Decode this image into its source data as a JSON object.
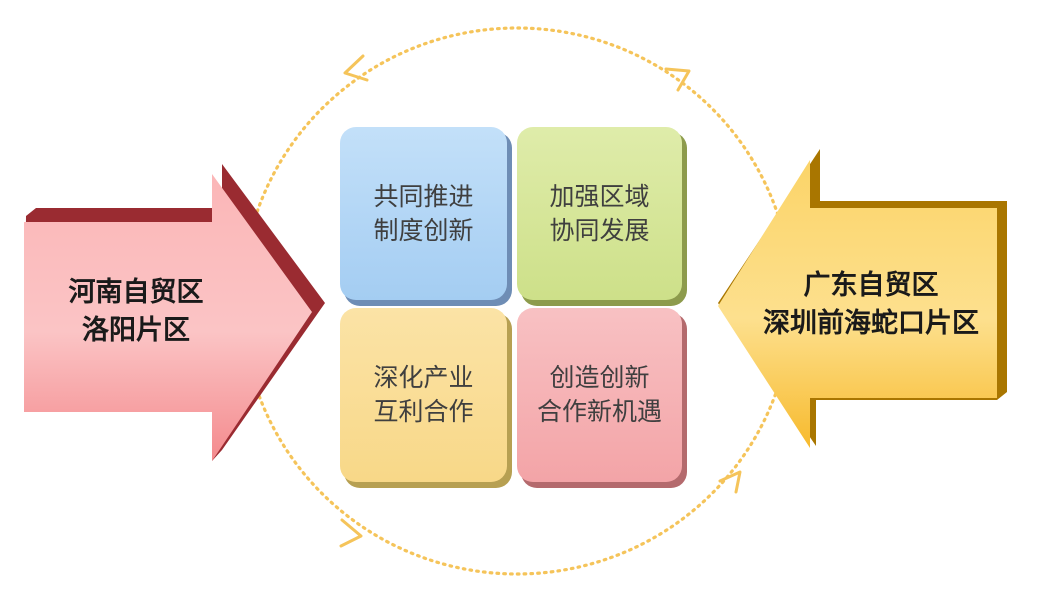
{
  "left_arrow": {
    "line1": "河南自贸区",
    "line2": "洛阳片区",
    "color": "#f6868a"
  },
  "right_arrow": {
    "line1": "广东自贸区",
    "line2": "深圳前海蛇口片区",
    "color": "#f7b92b"
  },
  "tiles": [
    {
      "line1": "共同推进",
      "line2": "制度创新",
      "color": "#a9cff2"
    },
    {
      "line1": "加强区域",
      "line2": "协同发展",
      "color": "#cfe08d"
    },
    {
      "line1": "深化产业",
      "line2": "互利合作",
      "color": "#f9d98a"
    },
    {
      "line1": "创造创新",
      "line2": "合作新机遇",
      "color": "#f4a7aa"
    }
  ],
  "cycle": {
    "color": "#f5c45a"
  }
}
